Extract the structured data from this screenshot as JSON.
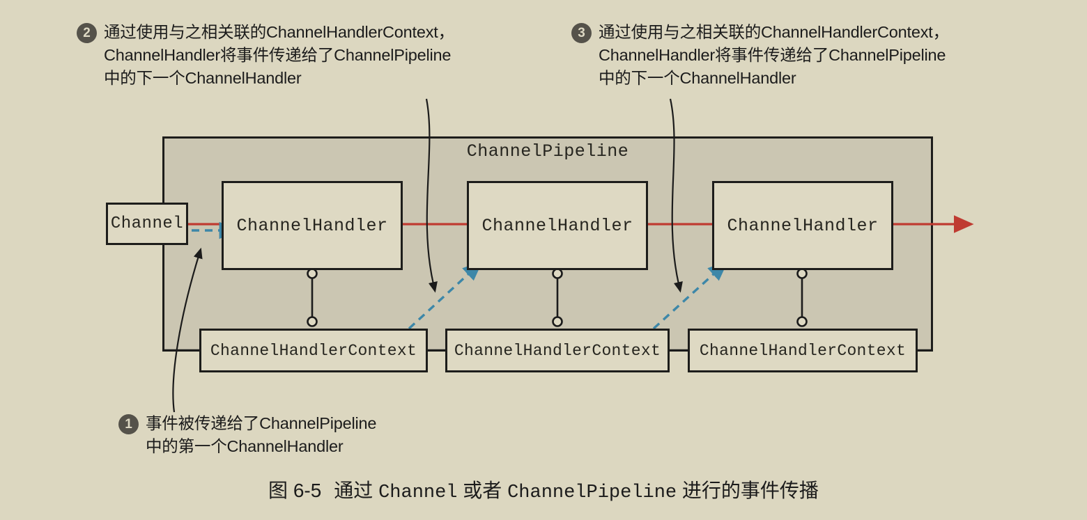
{
  "figure": {
    "caption_label": "图 6-5",
    "caption_pre": "通过",
    "caption_mono_1": "Channel",
    "caption_mid": "或者",
    "caption_mono_2": "ChannelPipeline",
    "caption_post": "进行的事件传播",
    "caption_full": "图 6-5　通过 Channel 或者 ChannelPipeline 进行的事件传播"
  },
  "colors": {
    "page_background": "#dcd7c0",
    "pipeline_fill": "#cbc6b2",
    "box_fill": "#ded9c3",
    "stroke": "#1d1d1b",
    "badge_fill": "#55524a",
    "badge_text": "#ded9c4",
    "inbound_red": "#bf3b31",
    "context_blue": "#3d87a8",
    "text": "#1b1b1b"
  },
  "annotations": [
    {
      "number": "1",
      "text": "事件被传递给了ChannelPipeline\n中的第一个ChannelHandler"
    },
    {
      "number": "2",
      "text": "通过使用与之相关联的ChannelHandlerContext，\nChannelHandler将事件传递给了ChannelPipeline\n中的下一个ChannelHandler"
    },
    {
      "number": "3",
      "text": "通过使用与之相关联的ChannelHandlerContext，\nChannelHandler将事件传递给了ChannelPipeline\n中的下一个ChannelHandler"
    }
  ],
  "diagram": {
    "channel_label": "Channel",
    "pipeline_label": "ChannelPipeline",
    "handlers": [
      {
        "label": "ChannelHandler"
      },
      {
        "label": "ChannelHandler"
      },
      {
        "label": "ChannelHandler"
      }
    ],
    "contexts": [
      {
        "label": "ChannelHandlerContext"
      },
      {
        "label": "ChannelHandlerContext"
      },
      {
        "label": "ChannelHandlerContext"
      }
    ]
  }
}
